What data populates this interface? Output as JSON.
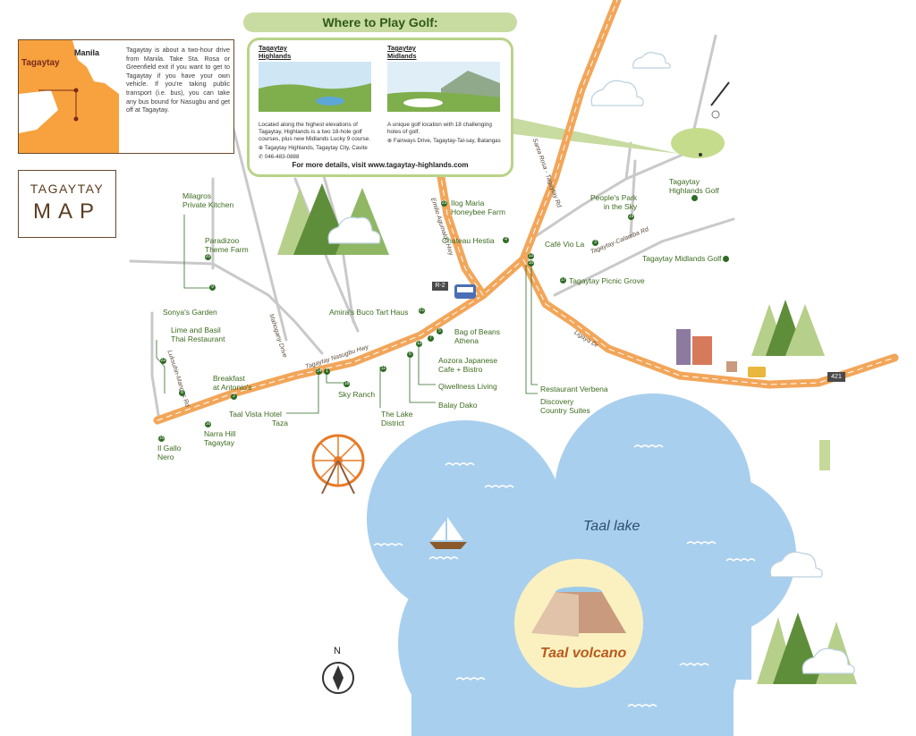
{
  "map": {
    "title_line1": "TAGAYTAY",
    "title_line2": "MAP"
  },
  "inset": {
    "manila_label": "Manila",
    "tagaytay_label": "Tagaytay",
    "intro_text": "Tagaytay is about a two-hour drive from Manila. Take Sta. Rosa or Greenfield exit if you want to get to Tagaytay if you have your own vehicle. If you're taking public transport (i.e. bus), you can take any bus bound for Nasugbu and get off at Tagaytay."
  },
  "golf": {
    "header": "Where to Play Golf:",
    "cards": [
      {
        "name": "Tagaytay\nHighlands",
        "description": "Located along the highest elevations of Tagaytay, Highlands is a two 18-hole golf courses, plus new Midlands Lucky 9 course.",
        "address": "Tagaytay Highlands, Tagaytay City, Cavite",
        "phone": "046-483-0888"
      },
      {
        "name": "Tagaytay\nMidlands",
        "description": "A unique golf location with 18 challenging holes of golf.",
        "address": "Fairways Drive, Tagaytay-Tal-say, Batangas"
      }
    ],
    "more_details": "For more details, visit www.tagaytay-highlands.com"
  },
  "roads": {
    "nasugbu_hwy": "Tagaytay Nasugbu Hwy",
    "mahogany": "Mahogany Drive",
    "emilio": "Emilio Aguinaldo Hwy",
    "santa_rosa": "Santa Rosa - Tagaytay Rd",
    "calamba": "Tagaytay-Calamba Rd",
    "ligaya": "Ligaya Dr",
    "luksuhin": "Luksuhin-Mangas Rd",
    "r2": "R-2",
    "route421": "421"
  },
  "places": {
    "milagros": {
      "name": "Milagros\nPrivate Kitchen",
      "num": "9"
    },
    "paradizoo": {
      "name": "Paradizoo\nTheme Farm",
      "num": "20"
    },
    "sonyas": {
      "name": "Sonya's Garden",
      "num": "22"
    },
    "lime_basil": {
      "name": "Lime and Basil\nThai Restaurant",
      "num": "8"
    },
    "breakfast": {
      "name": "Breakfast\nat Antonio's",
      "num": "2"
    },
    "taal_vista": {
      "name": "Taal Vista Hotel",
      "num": "14"
    },
    "taza": {
      "name": "Taza",
      "num": "1"
    },
    "narra_hill": {
      "name": "Narra Hill\nTagaytay",
      "num": "16"
    },
    "il_gallo": {
      "name": "Il Gallo\nNero",
      "num": "15"
    },
    "sky_ranch": {
      "name": "Sky Ranch",
      "num": "18"
    },
    "lake_district": {
      "name": "The Lake\nDistrict",
      "num": "11"
    },
    "amiras": {
      "name": "Amira's Buco Tart Haus",
      "num": "21"
    },
    "bag_of_beans": {
      "name": "Bag of Beans\nAthena",
      "num": "5"
    },
    "aozora": {
      "name": "Aozora Japanese\nCafe + Bistro",
      "num": "7"
    },
    "qiwellness": {
      "name": "Qiwellness Living",
      "num": "13"
    },
    "balay_dako": {
      "name": "Balay Dako",
      "num": "6"
    },
    "ilog_maria": {
      "name": "Ilog Maria\nHoneybee Farm",
      "num": "23"
    },
    "chateau": {
      "name": "Chateau Hestia",
      "num": "4"
    },
    "cafe_vio": {
      "name": "Café Vio La",
      "num": "3"
    },
    "peoples_park": {
      "name": "People's Park\nin the Sky",
      "num": "19"
    },
    "highlands_golf": {
      "name": "Tagaytay\nHighlands Golf"
    },
    "midlands_golf": {
      "name": "Tagaytay Midlands Golf"
    },
    "picnic_grove": {
      "name": "Tagaytay Picnic Grove",
      "num": "17"
    },
    "verbena": {
      "name": "Restaurant Verbena",
      "num": "12"
    },
    "discovery": {
      "name": "Discovery\nCountry Suites",
      "num": "10"
    }
  },
  "lake": {
    "lake_label": "Taal lake",
    "volcano_label": "Taal volcano"
  },
  "compass": {
    "north_label": "N"
  },
  "colors": {
    "road_orange": "#f2a65a",
    "lake_blue": "#a9cfee",
    "green_text": "#3d6b1f",
    "brown_frame": "#6b4a2b",
    "volcano_yellow": "#fbf1c0"
  }
}
